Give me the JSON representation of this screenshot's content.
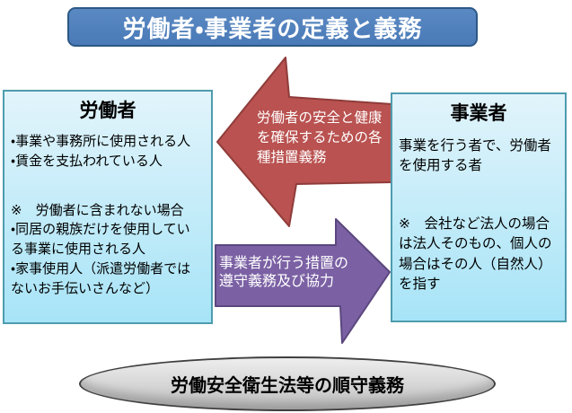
{
  "title": "労働者・事業者の定義と義務",
  "worker_box": {
    "header": "労働者",
    "definition": "・事業や事務所に使用される人\n・賃金を支払われている人",
    "note": "※　労働者に含まれない場合\n・同居の親族だけを使用している事業に使用される人\n・家事使用人（派遣労働者ではないお手伝いさんなど）"
  },
  "employer_box": {
    "header": "事業者",
    "definition": "事業を行う者で、労働者を使用する者",
    "note": "※　会社など法人の場合は法人そのもの、個人の場合はその人（自然人）を指す"
  },
  "employer_to_worker_arrow": {
    "label": "労働者の安全と健康を確保するための各種措置義務",
    "direction": "left",
    "fill_color": "#b95250",
    "border_color": "#8e3c3a"
  },
  "worker_to_employer_arrow": {
    "label": "事業者が行う措置の遵守義務及び協力",
    "direction": "right",
    "fill_color": "#7b61a4",
    "border_color": "#5b477e"
  },
  "bottom_ellipse": {
    "label": "労働安全衛生法等の順守義務"
  },
  "colors": {
    "title_fill": "#4e81bc",
    "title_border": "#2d5986",
    "box_fill_top": "#e2f4fb",
    "box_fill_bottom": "#a7e4f7",
    "box_border": "#4e9cae",
    "ellipse_fill": "#d2d2d2",
    "ellipse_border": "#3f3f3f",
    "background": "#ffffff"
  }
}
